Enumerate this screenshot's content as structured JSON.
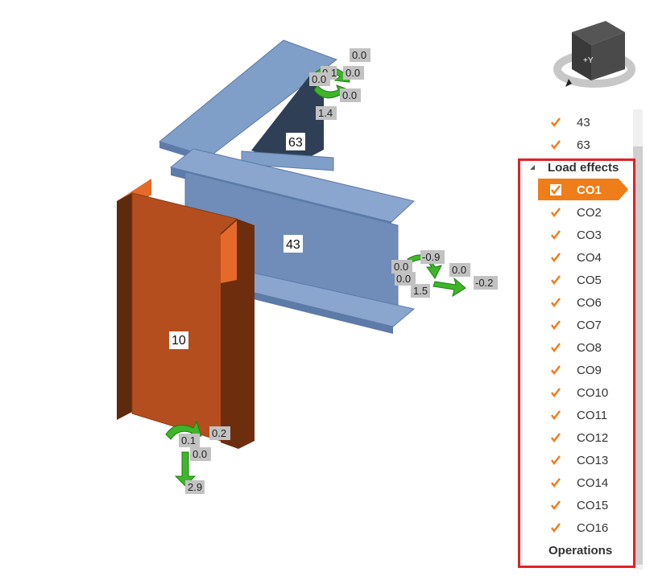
{
  "members": {
    "m63": "63",
    "m43": "43",
    "m10": "10"
  },
  "forces": {
    "top": [
      "0.0",
      "0.1",
      "0.0",
      "0.0",
      "0.0",
      "1.4"
    ],
    "right": [
      "-0.9",
      "0.0",
      "0.0",
      "0.0",
      "1.5",
      "-0.2"
    ],
    "bottom": [
      "0.2",
      "0.1",
      "0.0",
      "2.9"
    ]
  },
  "cube": {
    "face_label": "+Y"
  },
  "tree": {
    "items_top": [
      "43",
      "63"
    ],
    "load_effects_header": "Load effects",
    "load_effects": [
      "CO1",
      "CO2",
      "CO3",
      "CO4",
      "CO5",
      "CO6",
      "CO7",
      "CO8",
      "CO9",
      "CO10",
      "CO11",
      "CO12",
      "CO13",
      "CO14",
      "CO15",
      "CO16"
    ],
    "selected": "CO1",
    "operations_header": "Operations"
  },
  "colors": {
    "accent": "#ef7d1a",
    "highlight": "#e21f26",
    "beam": "#7f9ec8",
    "column": "#b44e1e"
  }
}
